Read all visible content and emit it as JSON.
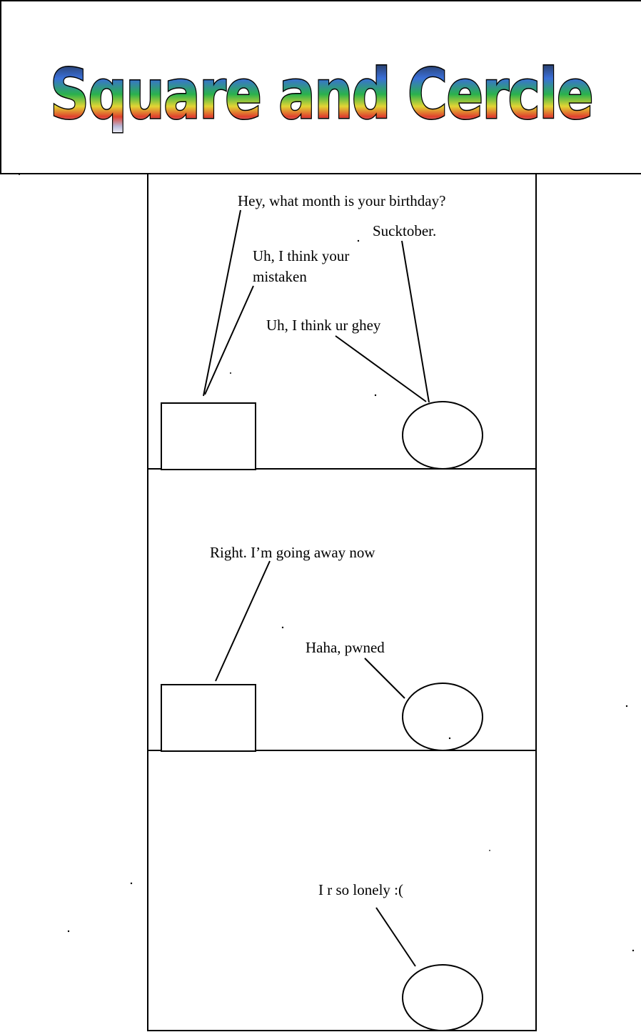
{
  "title": "Square and Cercle",
  "panels": [
    {
      "lines": [
        "Hey, what month is your birthday?",
        "Sucktober.",
        "Uh, I think your",
        "mistaken",
        "Uh, I think ur ghey"
      ]
    },
    {
      "lines": [
        "Right. I’m going away now",
        "Haha, pwned"
      ]
    },
    {
      "lines": [
        "I r so lonely :("
      ]
    }
  ],
  "colors": {
    "ink": "#000000",
    "paper": "#ffffff",
    "title_gradient": [
      "#2a2a2a",
      "#3a6fd8",
      "#2bb24c",
      "#e2d534",
      "#e0402e",
      "#6a3fb8",
      "#ffffff"
    ]
  }
}
